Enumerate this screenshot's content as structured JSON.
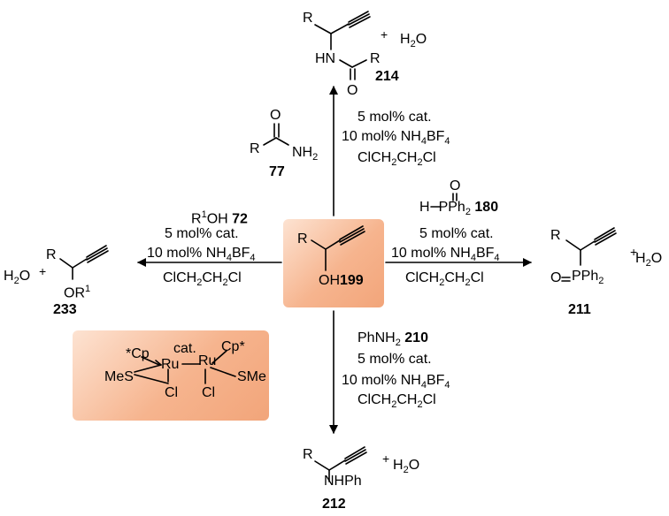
{
  "colors": {
    "highlight": "#f4ad82",
    "ink": "#000000"
  },
  "center": {
    "label": "199",
    "oh": "OH",
    "r": "R"
  },
  "top": {
    "reagent_id": "77",
    "conditions": [
      "5 mol% cat.",
      "10 mol% NH",
      "ClCH",
      "CH",
      "Cl"
    ],
    "cond_full_1": "5 mol% cat.",
    "product_id": "214",
    "plus": "+",
    "water": "H",
    "water_o": "O",
    "labels": {
      "r1": "R",
      "hn": "HN",
      "o": "O",
      "r2": "R",
      "ramide": "R",
      "oamide": "O",
      "nh": "NH",
      "nh_sub": "2"
    }
  },
  "left": {
    "reagent": "R",
    "reagent_sup": "1",
    "reagent_rest": "OH",
    "reagent_id": "72",
    "cond1": "5 mol% cat.",
    "cond2": "10 mol% NH",
    "cond2_sub1": "4",
    "cond2_rest": "BF",
    "cond2_sub2": "4",
    "cond3": "ClCH",
    "cond3_sub1": "2",
    "cond3_mid": "CH",
    "cond3_sub2": "2",
    "cond3_end": "Cl",
    "product_id": "233",
    "plus": "+",
    "water": "H",
    "water_sub": "2",
    "water_o": "O",
    "labels": {
      "r": "R",
      "or": "OR",
      "or_sup": "1"
    }
  },
  "right": {
    "reagent_h": "H",
    "reagent_p": "PPh",
    "reagent_sub": "2",
    "reagent_o": "O",
    "reagent_id": "180",
    "product_id": "211",
    "plus": "+",
    "water": "H",
    "water_sub": "2",
    "water_o": "O",
    "labels": {
      "r": "R",
      "o": "O",
      "p": "PPh",
      "p_sub": "2"
    }
  },
  "bottom": {
    "reagent": "PhNH",
    "reagent_sub": "2",
    "reagent_id": "210",
    "product_id": "212",
    "plus": "+",
    "water": "H",
    "water_sub": "2",
    "water_o": "O",
    "labels": {
      "r": "R",
      "nhph": "NHPh"
    }
  },
  "catalyst": {
    "cat": "cat.",
    "cp_left": "*Cp",
    "cp_right": "Cp*",
    "ru1": "Ru",
    "ru2": "Ru",
    "mes": "MeS",
    "sme": "SMe",
    "cl1": "Cl",
    "cl2": "Cl"
  }
}
